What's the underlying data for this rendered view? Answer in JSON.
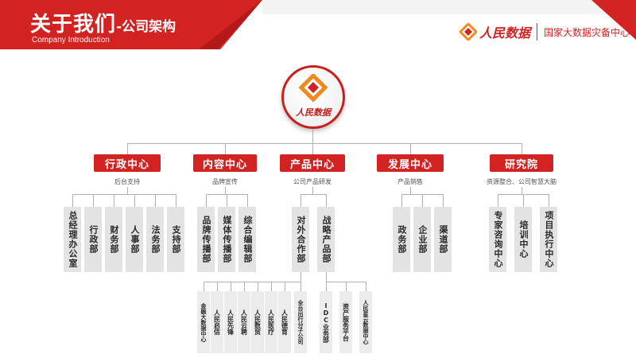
{
  "header": {
    "title_main": "关于我们",
    "title_sub": "-公司架构",
    "title_en": "Company Introduction"
  },
  "brand": {
    "name": "人民数据",
    "tagline": "国家大数据灾备中心"
  },
  "logo": {
    "text": "人民数据"
  },
  "departments": [
    {
      "label": "行政中心",
      "caption": "后台支持",
      "units": [
        "总经理办公室",
        "行政部",
        "财务部",
        "人事部",
        "法务部",
        "支持部"
      ]
    },
    {
      "label": "内容中心",
      "caption": "品牌宣传",
      "units": [
        "品牌传播部",
        "媒体传播部",
        "综合编辑部"
      ]
    },
    {
      "label": "产品中心",
      "caption": "公司产品研发",
      "units": [
        "对外合作部",
        "战略产品部"
      ]
    },
    {
      "label": "发展中心",
      "caption": "产品销售",
      "units": [
        "政务部",
        "企业部",
        "渠道部"
      ]
    },
    {
      "label": "研究院",
      "caption": "资源整合、公司智慧大脑",
      "units": [
        "专家咨询中心",
        "培训中心",
        "项目执行中心"
      ]
    }
  ],
  "sub_units": {
    "cooperation": [
      "金融大数据中心",
      "人民启信",
      "人民先锋",
      "人民云聘",
      "人民数贸",
      "人民医疗",
      "人民德育",
      "全台出行分子公司"
    ],
    "strategy": [
      "IDC业务部",
      "资产服务平台",
      "人民星云数据中心"
    ]
  },
  "colors": {
    "accent": "#d32222",
    "box": "#e3e3e3",
    "line": "#b0b0b0"
  }
}
